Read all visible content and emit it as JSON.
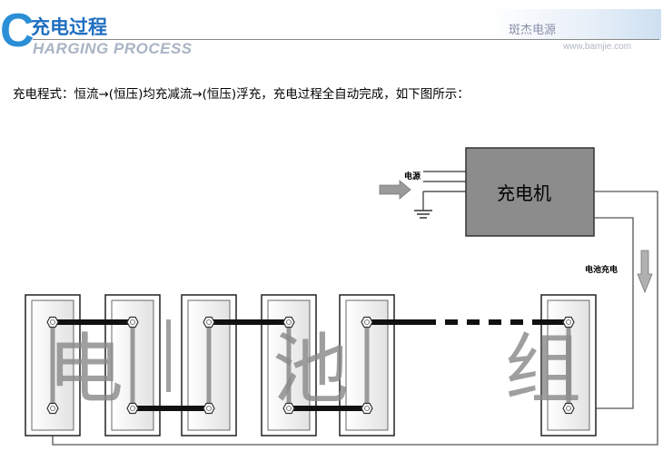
{
  "header": {
    "logo_letter": "C",
    "title": "充电过程",
    "subtitle": "HARGING PROCESS",
    "brand": "斑杰电源",
    "url": "www.bamjie.com"
  },
  "intro_text": "充电程式：恒流→(恒压)均充减流→(恒压)浮充，充电过程全自动完成，如下图所示：",
  "diagram": {
    "charger_label": "充电机",
    "power_label": "电源",
    "charging_label": "电池充电",
    "battery_pack_chars": [
      "电",
      "池",
      "组"
    ]
  }
}
